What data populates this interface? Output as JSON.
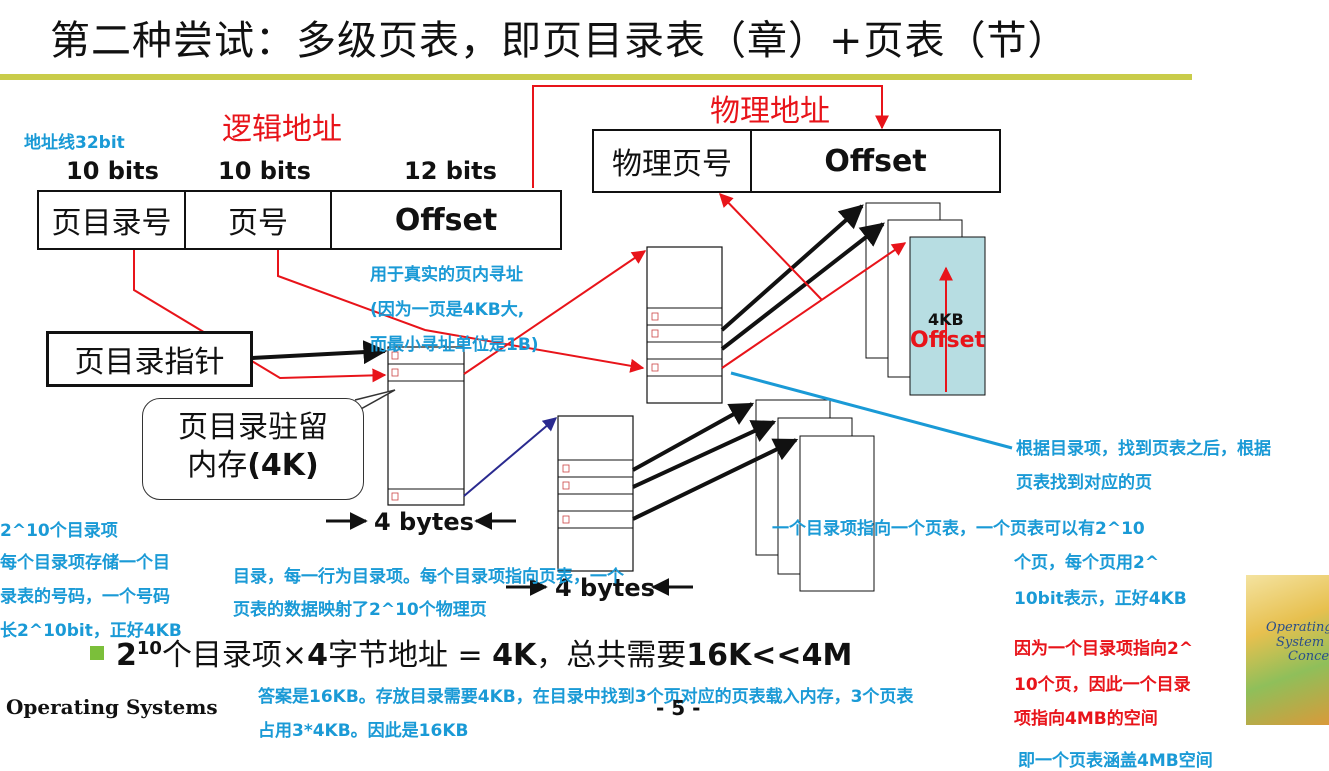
{
  "title": "第二种尝试：多级页表，即页目录表（章）+页表（节）",
  "logical_address": {
    "label": "逻辑地址",
    "address_lines": "地址线32bit",
    "bits": [
      "10 bits",
      "10 bits",
      "12 bits"
    ],
    "fields": [
      "页目录号",
      "页号",
      "Offset"
    ]
  },
  "physical_address": {
    "label": "物理地址",
    "fields": [
      "物理页号",
      "Offset"
    ]
  },
  "dir_pointer": "页目录指针",
  "bubble": {
    "line1": "页目录驻留",
    "line2_pre": "内存",
    "line2_bold": "(4K)"
  },
  "four_bytes": [
    "4 bytes",
    "4 bytes"
  ],
  "page_label": {
    "size": "4KB",
    "offset": "Offset"
  },
  "notes": {
    "offset_usage": [
      "用于真实的页内寻址",
      "(因为一页是4KB大,",
      "而最小寻址单位是1B)"
    ],
    "dir_entries": [
      "2^10个目录项",
      "每个目录项存储一个目",
      "录表的号码，一个号码",
      "长2^10bit，正好4KB"
    ],
    "directory_rows": [
      "目录，每一行为目录项。每个目录项指向页表，一个",
      "页表的数据映射了2^10个物理页"
    ],
    "find_page": [
      "根据目录项，找到页表之后，根据",
      "页表找到对应的页"
    ],
    "entry_to_table": [
      "一个目录项指向一个页表，一个页表可以有2^10",
      "个页，每个页用2^",
      "10bit表示，正好4KB"
    ],
    "answer": [
      "答案是16KB。存放目录需要4KB，在目录中找到3个页对应的页表载入内存，3个页表",
      "占用3*4KB。因此是16KB"
    ],
    "red": [
      "因为一个目录项指向2^",
      "10个页，因此一个目录",
      "项指向4MB的空间"
    ],
    "bottom": "即一个页表涵盖4MB空间"
  },
  "formula": {
    "base": "2",
    "exp": "10",
    "rest": "个目录项×",
    "b1": "4",
    "mid": "字节地址 = ",
    "b2": "4K",
    "sep": "，总共需要",
    "b3": "16K<<4M"
  },
  "footer": {
    "left": "Operating Systems",
    "page": "- 5 -"
  },
  "book_cover": {
    "line1": "Operating",
    "line2": "System",
    "line3": "Concepts"
  },
  "colors": {
    "rule": "#c9cc4a",
    "red": "#e8141a",
    "blue_note": "#1a9ad6",
    "page_fill": "#b7dde2",
    "green_bullet": "#7bbf3a"
  }
}
